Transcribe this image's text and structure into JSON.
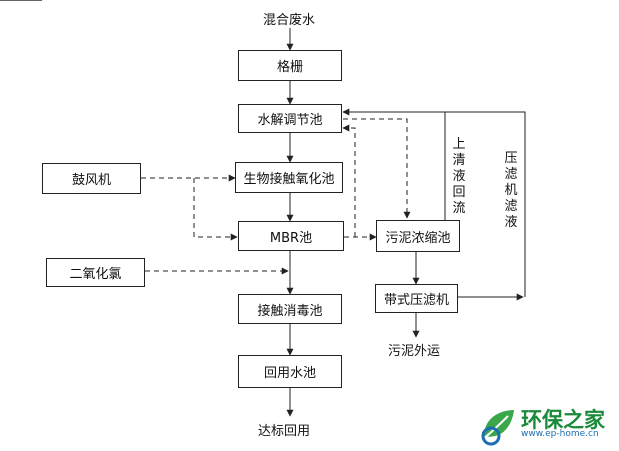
{
  "inputs": {
    "wastewater": "混合废水",
    "blower": "鼓风机",
    "chlorine_dioxide": "二氧化氯"
  },
  "units": {
    "screen": "格栅",
    "hydrolysis_tank": "水解调节池",
    "contact_oxidation": "生物接触氧化池",
    "mbr": "MBR池",
    "disinfection": "接触消毒池",
    "reuse_tank": "回用水池",
    "sludge_thickener": "污泥浓缩池",
    "belt_press": "带式压滤机"
  },
  "outputs": {
    "reuse": "达标回用",
    "sludge_out": "污泥外运"
  },
  "flows": {
    "supernatant": [
      "上",
      "清",
      "液",
      "回",
      "流"
    ],
    "filtrate": [
      "压",
      "滤",
      "机",
      "滤",
      "液"
    ]
  },
  "watermark": {
    "brand": "环保之家",
    "url": "www.ep-home.cn"
  },
  "colors": {
    "line": "#222222",
    "brand_green": "#1a8a3a",
    "brand_blue": "#1a6fb3"
  }
}
